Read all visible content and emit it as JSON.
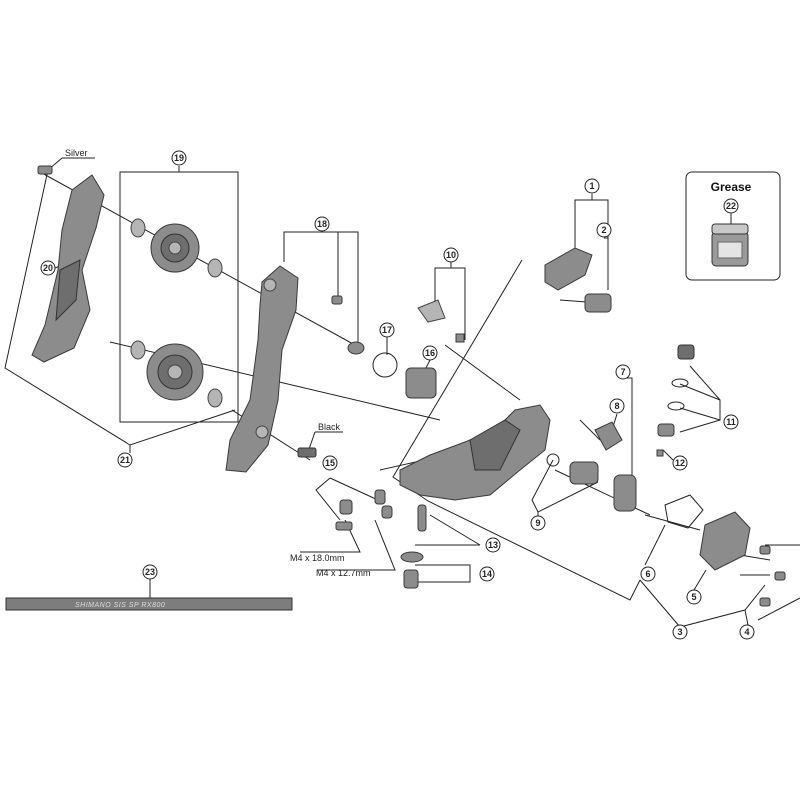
{
  "labels": {
    "silver": "Silver",
    "black": "Black",
    "grease": "Grease",
    "bolt_m4_18": "M4 x 18.0mm",
    "bolt_m4_12": "M4 x 12.7mm",
    "cable_print": "SHIMANO SIS SP RX800"
  },
  "callouts": {
    "c1": "1",
    "c2": "2",
    "c3": "3",
    "c4": "4",
    "c5": "5",
    "c6": "6",
    "c7": "7",
    "c8": "8",
    "c9": "9",
    "c10": "10",
    "c11": "11",
    "c12": "12",
    "c13": "13",
    "c14": "14",
    "c15": "15",
    "c16": "16",
    "c17": "17",
    "c18": "18",
    "c19": "19",
    "c20": "20",
    "c21": "21",
    "c22": "22",
    "c23": "23"
  }
}
